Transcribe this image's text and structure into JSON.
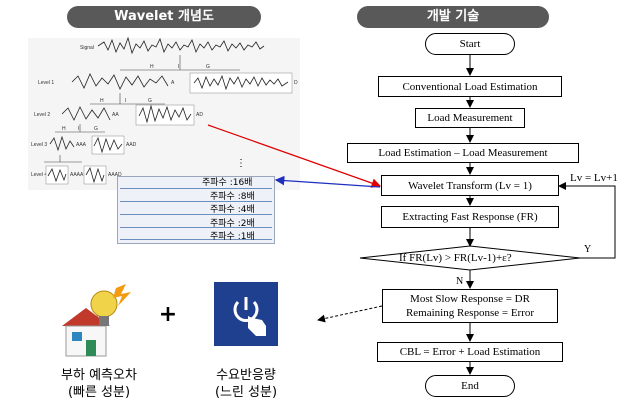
{
  "left_title": "Wavelet 개념도",
  "right_title": "개발 기술",
  "wavelet": {
    "signal": "Signal",
    "level1": "Level 1",
    "level2": "Level 2",
    "level3": "Level 3",
    "level4": "Level 4",
    "h": "H",
    "i": "I",
    "g": "G",
    "a": "A",
    "d": "D",
    "aa": "AA",
    "ad": "AD",
    "aaa": "AAA",
    "aad": "AAD",
    "aaaa": "AAAA",
    "aaad": "AAAD"
  },
  "frequency_panel": {
    "dots": "⋮",
    "rows": [
      "주파수 :16배",
      "주파수 :8배",
      "주파수 :4배",
      "주파수 :2배",
      "주파수 :1배"
    ]
  },
  "flow": {
    "start": "Start",
    "conventional": "Conventional Load Estimation",
    "measurement": "Load Measurement",
    "difference": "Load Estimation – Load Measurement",
    "wavelet": "Wavelet Transform (Lv = 1)",
    "extract": "Extracting Fast Response (FR)",
    "decision": "If FR(Lv) > FR(Lv-1)+ε?",
    "slow": "Most Slow Response = DR",
    "remaining": "Remaining Response = Error",
    "cbl": "CBL = Error + Load Estimation",
    "end": "End",
    "yes": "Y",
    "no": "N",
    "loop_label": "Lv = Lv+1"
  },
  "bottom": {
    "plus": "+",
    "load_error_1": "부하 예측오차",
    "load_error_2": "(빠른 성분)",
    "dr_1": "수요반응량",
    "dr_2": "(느린 성분)"
  },
  "colors": {
    "title_pill": "#595959",
    "dr_icon_bg": "#1f3f8f",
    "red_arrow": "#e00000",
    "blue_arrow": "#1f2fbf"
  }
}
